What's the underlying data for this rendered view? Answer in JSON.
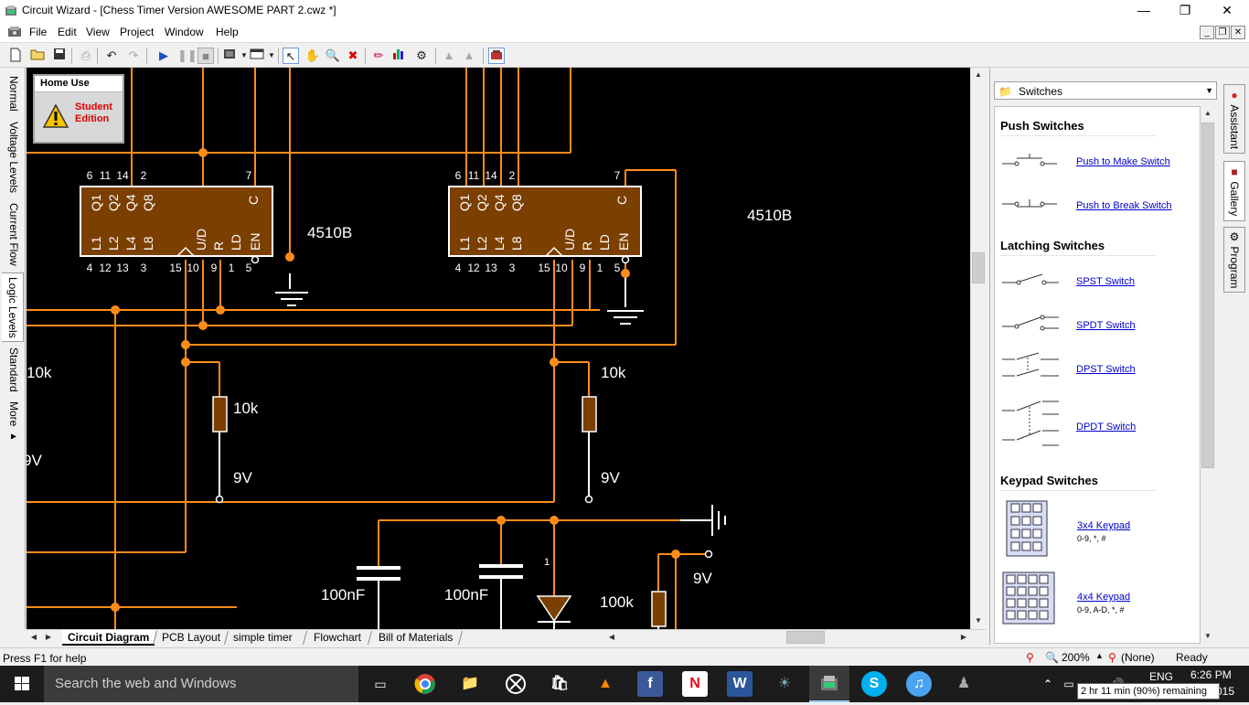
{
  "window": {
    "title": "Circuit Wizard - [Chess Timer Version AWESOME PART 2.cwz *]",
    "minimize": "—",
    "maximize": "❐",
    "close": "✕"
  },
  "menu": [
    "File",
    "Edit",
    "View",
    "Project",
    "Window",
    "Help"
  ],
  "home_use": {
    "header": "Home Use",
    "line1": "Student",
    "line2": "Edition"
  },
  "left_tabs": [
    "Normal",
    "Voltage Levels",
    "Current Flow",
    "Logic Levels",
    "Standard",
    "More ▸"
  ],
  "circuit": {
    "chips": [
      {
        "name": "4510B",
        "top_pins": [
          "6",
          "11",
          "14",
          "2",
          "7"
        ],
        "bottom_pins": [
          "4",
          "12",
          "13",
          "3",
          "15",
          "10",
          "9",
          "1",
          "5"
        ],
        "top_labels": [
          "Q1",
          "Q2",
          "Q4",
          "Q8",
          "C"
        ],
        "bottom_labels": [
          "L1",
          "L2",
          "L4",
          "L8",
          "U/D",
          "R",
          "LD",
          "EN"
        ]
      },
      {
        "name": "4510B",
        "top_pins": [
          "6",
          "11",
          "14",
          "2",
          "7"
        ],
        "bottom_pins": [
          "4",
          "12",
          "13",
          "3",
          "15",
          "10",
          "9",
          "1",
          "5"
        ],
        "top_labels": [
          "Q1",
          "Q2",
          "Q4",
          "Q8",
          "C"
        ],
        "bottom_labels": [
          "L1",
          "L2",
          "L4",
          "L8",
          "U/D",
          "R",
          "LD",
          "EN"
        ]
      }
    ],
    "labels": {
      "r_left_edge": "10k",
      "v_left_edge": "9V",
      "r1": "10k",
      "v1": "9V",
      "r2": "10k",
      "v2": "9V",
      "c1": "100nF",
      "c2": "100nF",
      "r3": "100k",
      "v3": "9V",
      "diode_pin": "1"
    }
  },
  "bottom_tabs": [
    "Circuit Diagram",
    "PCB Layout",
    "simple timer",
    "Flowchart",
    "Bill of Materials"
  ],
  "gallery": {
    "selected": "Switches",
    "sections": [
      {
        "title": "Push Switches",
        "items": [
          {
            "label": "Push to Make Switch"
          },
          {
            "label": "Push to Break Switch"
          }
        ]
      },
      {
        "title": "Latching Switches",
        "items": [
          {
            "label": "SPST Switch"
          },
          {
            "label": "SPDT Switch"
          },
          {
            "label": "DPST Switch"
          },
          {
            "label": "DPDT Switch"
          }
        ]
      },
      {
        "title": "Keypad Switches",
        "items": [
          {
            "label": "3x4 Keypad",
            "sub": "0-9, *, #"
          },
          {
            "label": "4x4 Keypad",
            "sub": "0-9, A-D, *, #"
          }
        ]
      }
    ]
  },
  "right_tabs": [
    "Assistant",
    "Gallery",
    "Program"
  ],
  "status": {
    "help": "Press F1 for help",
    "zoom": "200%",
    "selection": "(None)",
    "state": "Ready"
  },
  "taskbar": {
    "search_placeholder": "Search the web and Windows",
    "lang": "ENG",
    "time": "6:26 PM",
    "date": "015",
    "battery_tip": "2 hr 11 min (90%) remaining"
  }
}
